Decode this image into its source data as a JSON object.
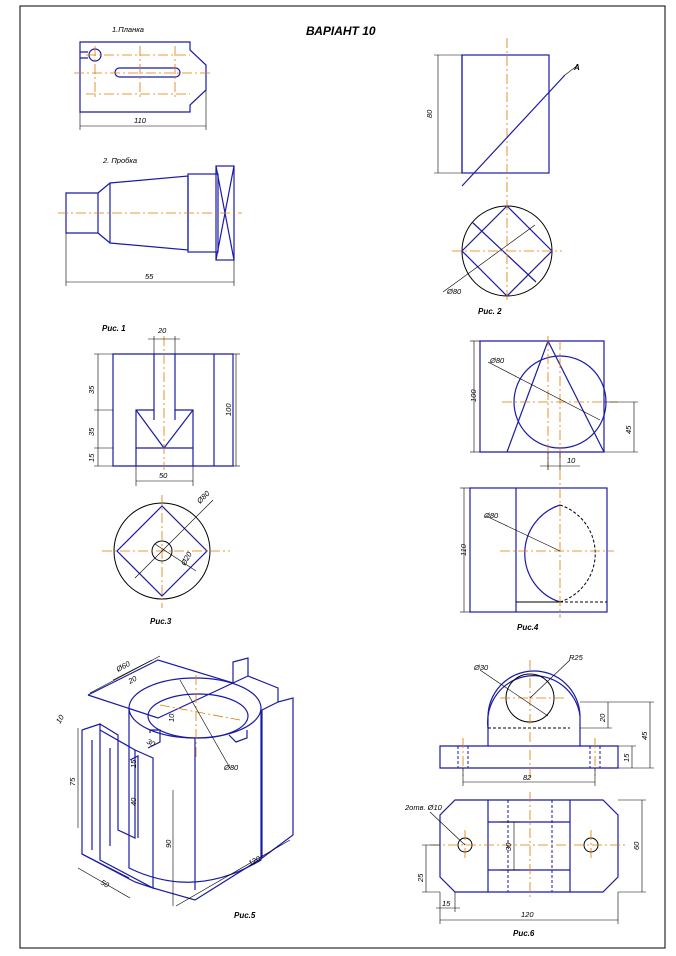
{
  "title": "ВАРІАНТ 10",
  "parts": {
    "plank": "1.Планка",
    "plug": "2. Пробка"
  },
  "figures": [
    "Рис. 1",
    "Рис. 2",
    "Рис.3",
    "Рис.4",
    "Рис.5",
    "Рис.6"
  ],
  "dims": {
    "plank_width": "110",
    "plug_length": "55",
    "fig2_height": "80",
    "fig2_diam": "Ø80",
    "fig2_arrow": "A",
    "fig1_top": "20",
    "fig1_a": "35",
    "fig1_b": "35",
    "fig1_c": "15",
    "fig1_height": "100",
    "fig1_width": "50",
    "fig3_d1": "Ø80",
    "fig3_d2": "Ø20",
    "fig4_d1": "Ø80",
    "fig4_h1": "100",
    "fig4_r": "45",
    "fig4_off": "10",
    "fig4_d2": "Ø80",
    "fig4_h2": "110",
    "fig5_d1": "Ø60",
    "fig5_20": "20",
    "fig5_10": "10",
    "fig5_30": "30",
    "fig5_15": "15",
    "fig5_40": "40",
    "fig5_75": "75",
    "fig5_10b": "10",
    "fig5_90": "90",
    "fig5_50": "50",
    "fig5_120": "120",
    "fig5_d2": "Ø80",
    "fig6_d1": "Ø30",
    "fig6_r": "R25",
    "fig6_20": "20",
    "fig6_45": "45",
    "fig6_15": "15",
    "fig6_82": "82",
    "fig6_holes": "2отв. Ø10",
    "fig6_30": "30",
    "fig6_60": "60",
    "fig6_25": "25",
    "fig6_15b": "15",
    "fig6_120": "120"
  }
}
